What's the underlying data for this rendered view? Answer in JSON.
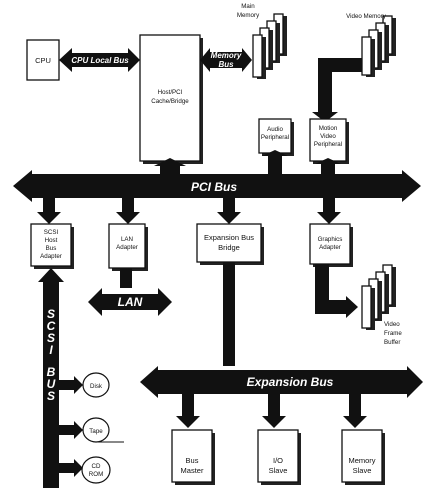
{
  "components": {
    "cpu": "CPU",
    "main_memory": [
      "Main",
      "Memory"
    ],
    "video_memory": "Video Memory",
    "host_bridge": [
      "Host/PCI",
      "Cache/Bridge"
    ],
    "audio": [
      "Audio",
      "Peripheral"
    ],
    "motion_video": [
      "Motion",
      "Video",
      "Peripheral"
    ],
    "scsi_adapter": [
      "SCSI",
      "Host",
      "Bus",
      "Adapter"
    ],
    "lan_adapter": [
      "LAN",
      "Adapter"
    ],
    "expansion_bridge": [
      "Expansion Bus",
      "Bridge"
    ],
    "graphics_adapter": [
      "Graphics",
      "Adapter"
    ],
    "video_frame_buffer": [
      "Video",
      "Frame",
      "Buffer"
    ],
    "disk": "Disk",
    "tape": "Tape",
    "cdrom": [
      "CD",
      "ROM"
    ],
    "bus_master": [
      "Bus",
      "Master"
    ],
    "io_slave": [
      "I/O",
      "Slave"
    ],
    "memory_slave": [
      "Memory",
      "Slave"
    ]
  },
  "buses": {
    "cpu_local": "CPU Local Bus",
    "memory": [
      "Memory",
      "Bus"
    ],
    "pci": "PCI Bus",
    "lan": "LAN",
    "scsi": "SCSI",
    "scsi_bus_word": "BUS",
    "expansion": "Expansion Bus"
  }
}
